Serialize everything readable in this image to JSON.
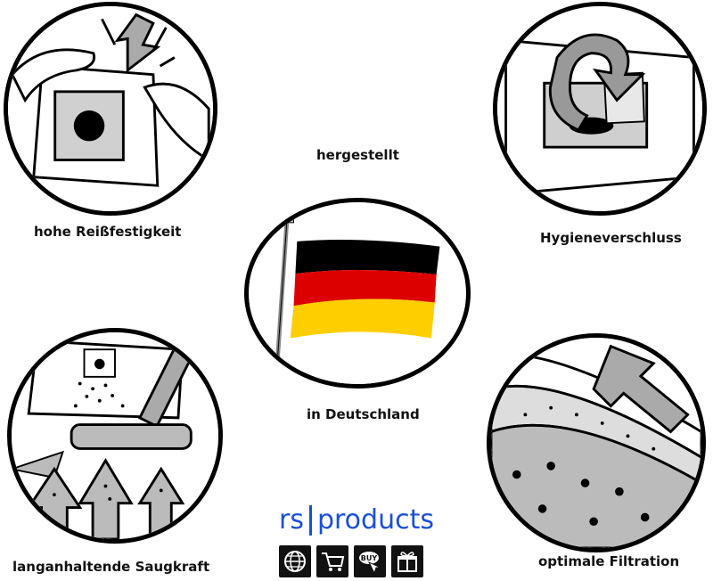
{
  "features": {
    "top_left": "hohe Reißfestigkeit",
    "top_right": "Hygieneverschluss",
    "bottom_left": "langanhaltende Saugkraft",
    "bottom_right": "optimale Filtration"
  },
  "center": {
    "line1": "hergestellt",
    "line2": "in Deutschland"
  },
  "logo": {
    "part1": "rs",
    "part2": "products",
    "color": "#1a4fd8"
  },
  "flag_colors": {
    "black": "#000000",
    "red": "#dd0000",
    "gold": "#ffce00"
  },
  "icons": [
    "globe-icon",
    "cart-icon",
    "buy-icon",
    "gift-icon"
  ]
}
